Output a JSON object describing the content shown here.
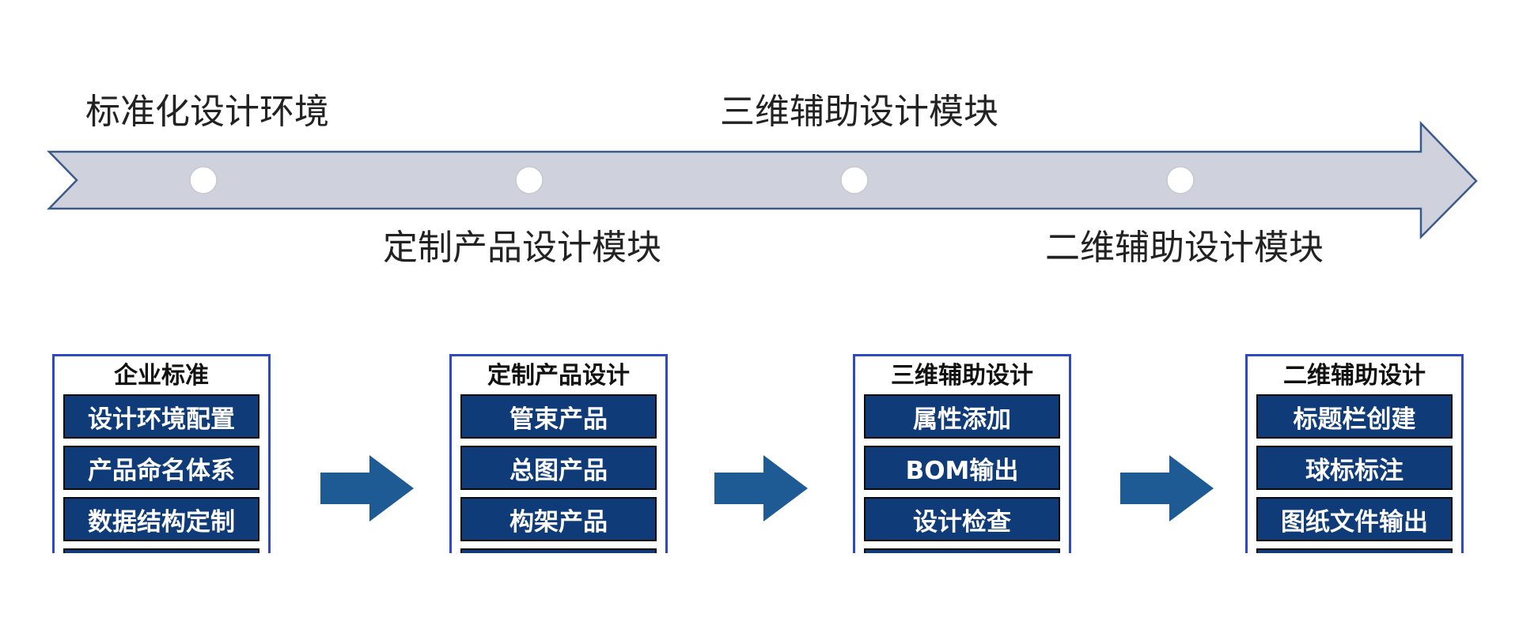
{
  "timeline": {
    "stages": [
      {
        "label": "标准化设计环境"
      },
      {
        "label": "定制产品设计模块"
      },
      {
        "label": "三维辅助设计模块"
      },
      {
        "label": "二维辅助设计模块"
      }
    ],
    "colors": {
      "band_fill": "#cfd2dc",
      "band_stroke": "#3b5a8c",
      "node_fill": "#ffffff"
    }
  },
  "panels": [
    {
      "title": "企业标准",
      "items": [
        "设计环境配置",
        "产品命名体系",
        "数据结构定制",
        ""
      ]
    },
    {
      "title": "定制产品设计",
      "items": [
        "管束产品",
        "总图产品",
        "构架产品",
        ""
      ]
    },
    {
      "title": "三维辅助设计",
      "items": [
        "属性添加",
        "BOM输出",
        "设计检查",
        ""
      ]
    },
    {
      "title": "二维辅助设计",
      "items": [
        "标题栏创建",
        "球标标注",
        "图纸文件输出",
        ""
      ]
    }
  ],
  "colors": {
    "panel_border": "#2f49c4",
    "item_fill": "#0f3c78",
    "item_text": "#ffffff",
    "flow_arrow": "#1e5b94"
  }
}
